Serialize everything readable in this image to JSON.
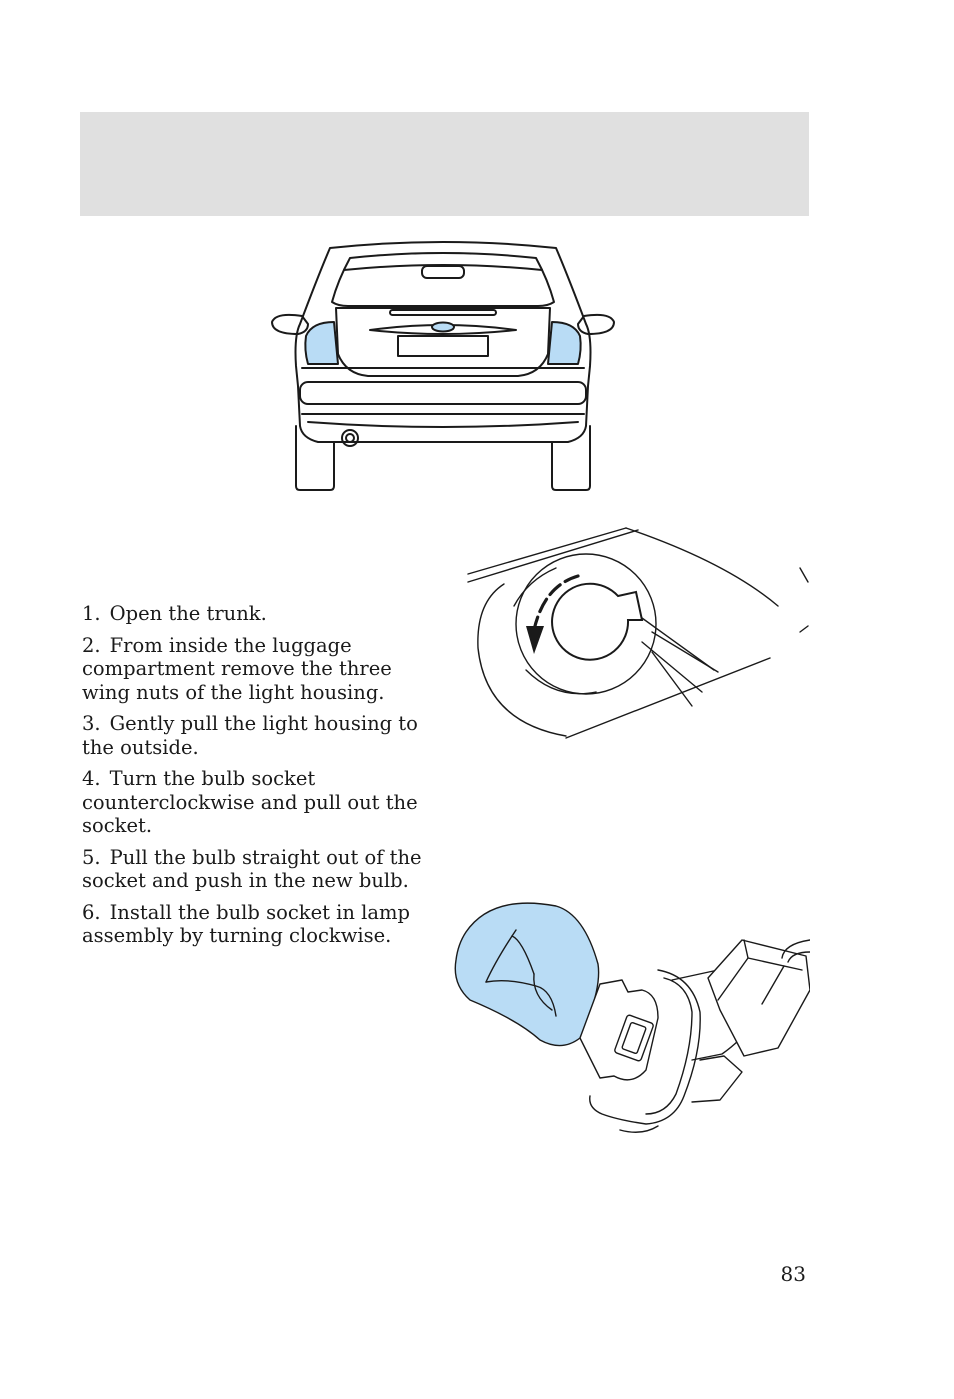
{
  "steps": [
    {
      "number": "1.",
      "text": "Open the trunk."
    },
    {
      "number": "2.",
      "text": "From inside the luggage compartment remove the three wing nuts of the light housing."
    },
    {
      "number": "3.",
      "text": "Gently pull the light housing to the outside."
    },
    {
      "number": "4.",
      "text": "Turn the bulb socket counterclockwise and pull out the socket."
    },
    {
      "number": "5.",
      "text": "Pull the bulb straight out of the socket and push in the new bulb."
    },
    {
      "number": "6.",
      "text": "Install the bulb socket in lamp assembly by turning clockwise."
    }
  ],
  "page_number": "83",
  "colors": {
    "header_band": "#e0e0e0",
    "highlight_blue": "#b9dcf5",
    "line": "#1a1a1a"
  },
  "figures": {
    "car": "car-rear-view-icon",
    "socket": "bulb-socket-rotate-icon",
    "bulb": "bulb-and-socket-icon"
  }
}
